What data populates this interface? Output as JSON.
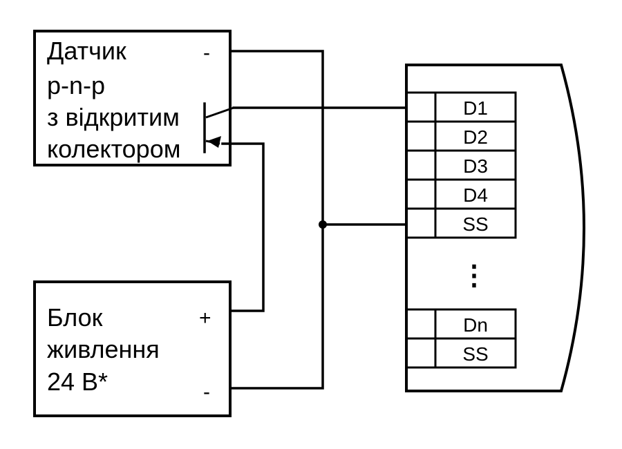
{
  "sensor": {
    "lines": [
      "Датчик",
      "p-n-p",
      "з відкритим",
      "колектором"
    ],
    "minus_label": "-"
  },
  "power_supply": {
    "lines": [
      "Блок",
      "живлення",
      "24 В*"
    ],
    "plus_label": "+",
    "minus_label": "-"
  },
  "terminal_block": {
    "inputs": [
      "D1",
      "D2",
      "D3",
      "D4",
      "SS",
      "Dn",
      "SS"
    ],
    "ellipsis": "⋮"
  }
}
